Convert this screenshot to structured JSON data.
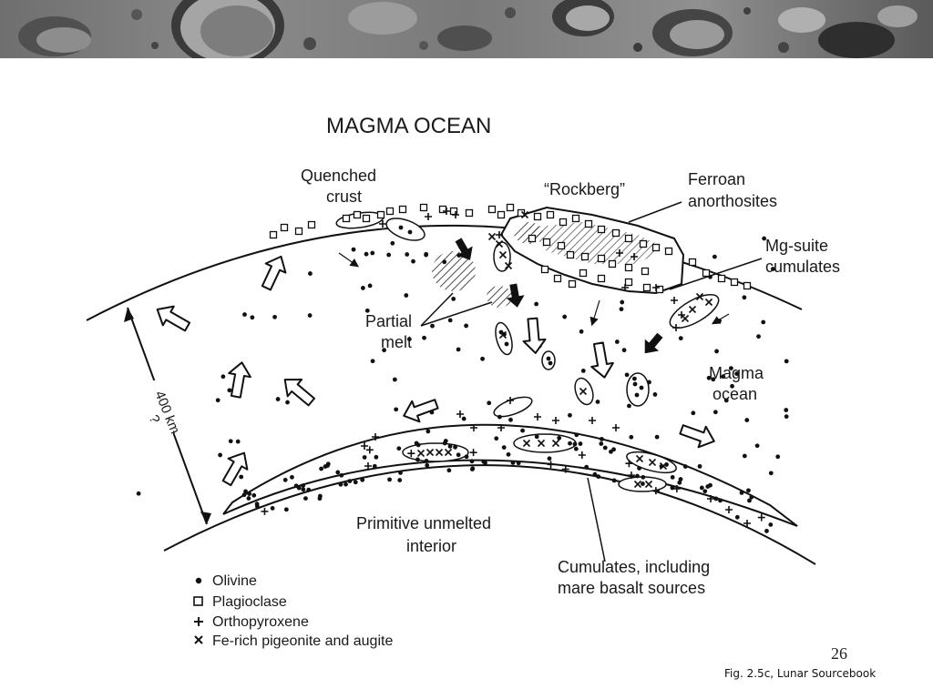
{
  "diagram": {
    "title": "MAGMA OCEAN",
    "labels": {
      "quenched_crust": [
        "Quenched",
        "crust"
      ],
      "rockberg": "“Rockberg”",
      "ferroan": [
        "Ferroan",
        "anorthosites"
      ],
      "mg_suite": [
        "Mg-suite",
        "cumulates"
      ],
      "partial_melt": [
        "Partial",
        "melt"
      ],
      "magma_ocean": [
        "Magma",
        "ocean"
      ],
      "primitive": [
        "Primitive unmelted",
        "interior"
      ],
      "cumulates": [
        "Cumulates, including",
        "mare basalt sources"
      ],
      "depth": [
        "400 km",
        "?"
      ]
    },
    "legend": [
      {
        "symbol": "●",
        "label": "Olivine"
      },
      {
        "symbol": "□",
        "label": "Plagioclase"
      },
      {
        "symbol": "+",
        "label": "Orthopyroxene"
      },
      {
        "symbol": "×",
        "label": "Fe-rich pigeonite and augite"
      }
    ]
  },
  "slide_number": "26",
  "caption": "Fig. 2.5c, Lunar Sourcebook"
}
